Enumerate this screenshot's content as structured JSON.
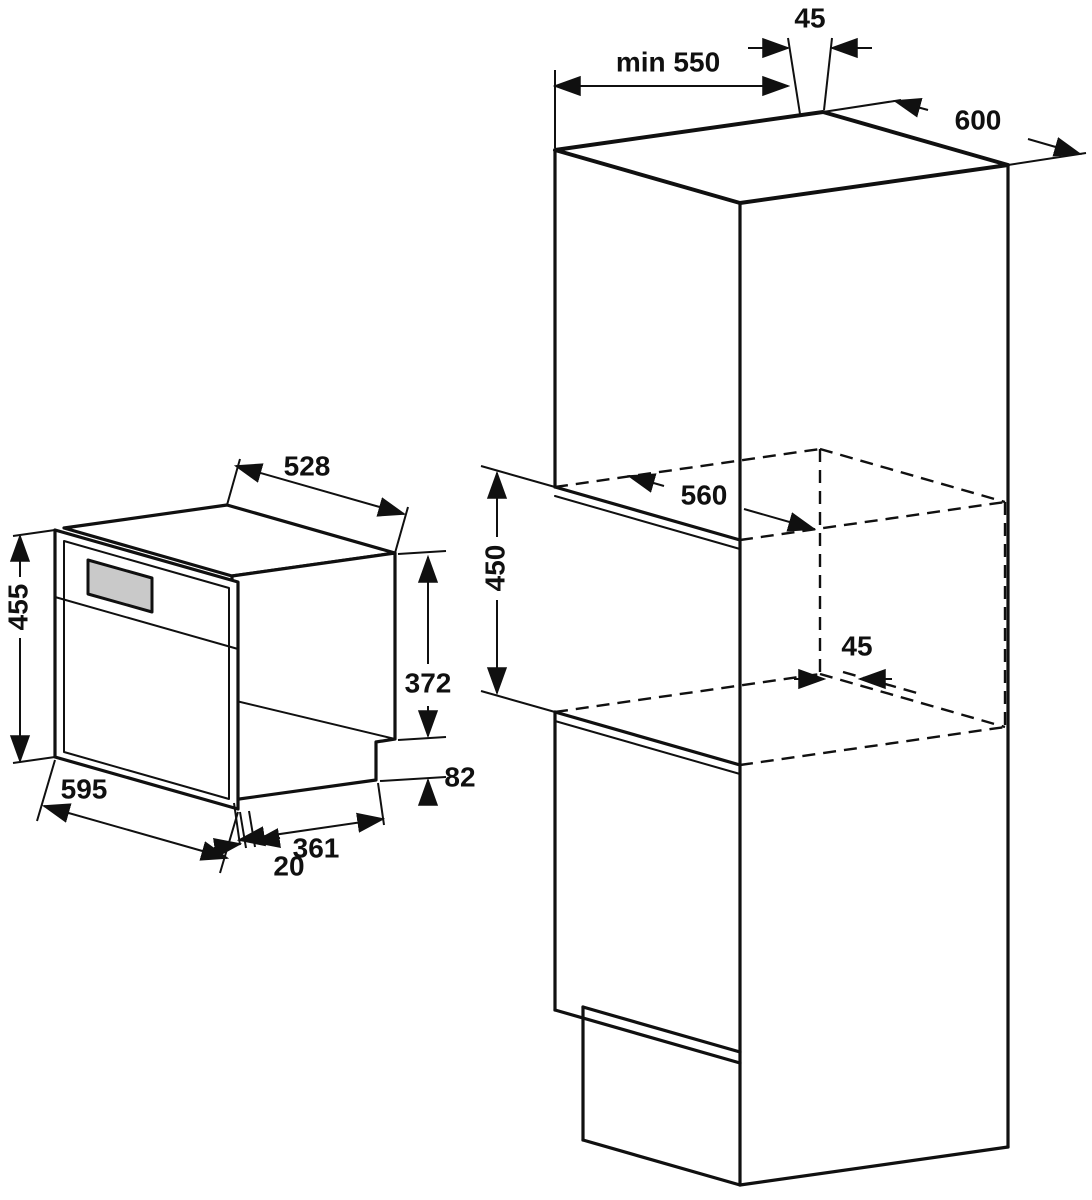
{
  "drawing": {
    "kind": "built-in appliance installation dimensions diagram"
  },
  "labels": {
    "cabinet": {
      "min_depth": "min 550",
      "top_rear_gap": "45",
      "width": "600",
      "niche_width": "560",
      "niche_height": "450",
      "rear_gap": "45"
    },
    "appliance": {
      "front_height": "455",
      "front_width": "595",
      "body_width": "528",
      "body_height": "372",
      "base_height": "82",
      "body_depth": "361",
      "frame_overlap": "20"
    }
  }
}
